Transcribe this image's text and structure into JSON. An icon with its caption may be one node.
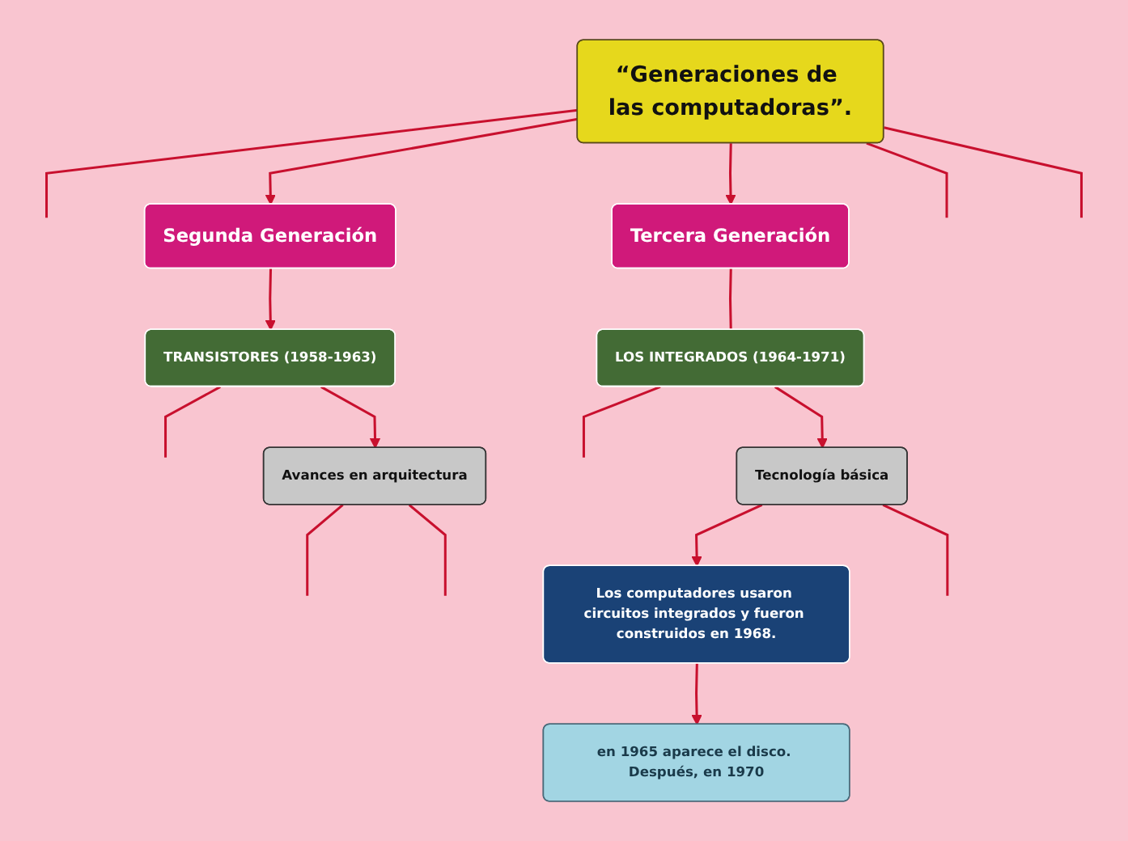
{
  "diagram": {
    "nodes": [
      {
        "text": [
          "“Generaciones de las computadoras”."
        ]
      },
      {
        "text": [
          "Segunda Generación"
        ]
      },
      {
        "text": [
          "TRANSISTORES (1958-1963)"
        ]
      },
      {
        "text": [
          "Avances en arquitectura"
        ]
      },
      {
        "text": [
          "Tercera Generación"
        ]
      },
      {
        "text": [
          "LOS INTEGRADOS (1964-1971)"
        ]
      },
      {
        "text": [
          "Tecnología básica"
        ]
      },
      {
        "text": [
          "Los computadores usaron circuitos integrados y fueron construidos en 1968."
        ]
      },
      {
        "text": [
          "en 1965 aparece el disco. Después, en 1970"
        ]
      }
    ],
    "edges": [
      {
        "from": 0,
        "to": null,
        "arrow": "none"
      },
      {
        "from": 0,
        "to": 1,
        "arrow": "to"
      },
      {
        "from": 0,
        "to": 4,
        "arrow": "to"
      },
      {
        "from": 0,
        "to": null,
        "arrow": "none"
      },
      {
        "from": 0,
        "to": null,
        "arrow": "none"
      },
      {
        "from": 1,
        "to": 2,
        "arrow": "to"
      },
      {
        "from": 2,
        "to": null,
        "arrow": "none"
      },
      {
        "from": 2,
        "to": 3,
        "arrow": "to"
      },
      {
        "from": 3,
        "to": null,
        "arrow": "none"
      },
      {
        "from": 3,
        "to": null,
        "arrow": "none"
      },
      {
        "from": 4,
        "to": 5,
        "arrow": "none"
      },
      {
        "from": 5,
        "to": null,
        "arrow": "none"
      },
      {
        "from": 5,
        "to": 6,
        "arrow": "to"
      },
      {
        "from": 6,
        "to": 7,
        "arrow": "to"
      },
      {
        "from": 6,
        "to": null,
        "arrow": "none"
      },
      {
        "from": 7,
        "to": 8,
        "arrow": "to"
      }
    ]
  }
}
